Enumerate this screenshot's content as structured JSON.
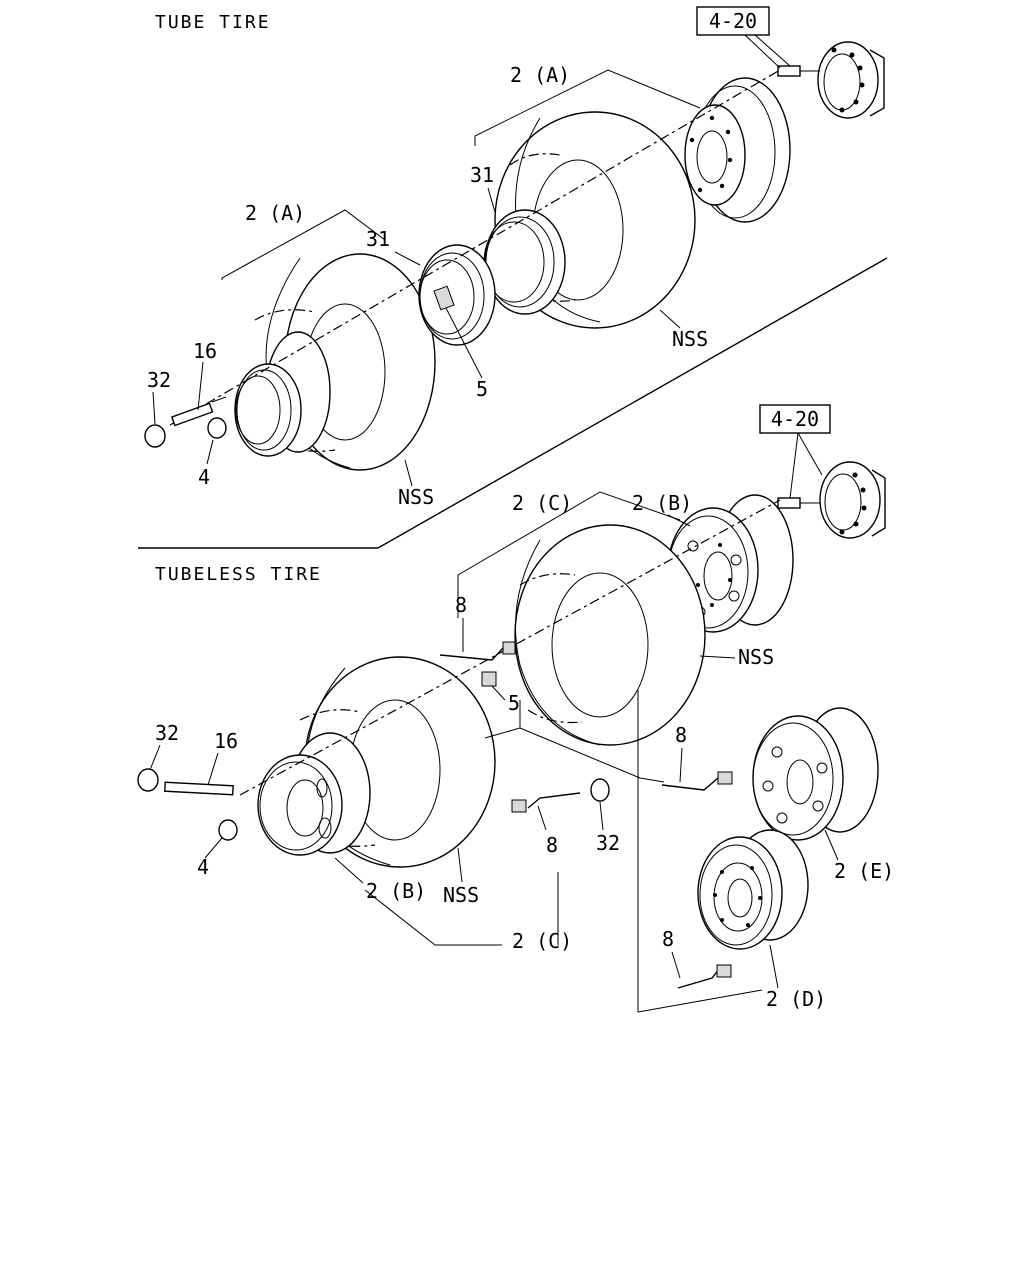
{
  "sections": {
    "tube": {
      "title": "TUBE TIRE"
    },
    "tubeless": {
      "title": "TUBELESS TIRE"
    }
  },
  "labels": {
    "ref_4_20_top": "4-20",
    "ref_4_20_mid": "4-20",
    "tube_2a_right": "2 (A)",
    "tube_2a_left": "2 (A)",
    "tube_31_right": "31",
    "tube_31_left": "31",
    "tube_nss_right": "NSS",
    "tube_nss_left": "NSS",
    "tube_16": "16",
    "tube_32": "32",
    "tube_4": "4",
    "tube_5": "5",
    "tl_2c_top": "2 (C)",
    "tl_2b_top": "2 (B)",
    "tl_8_upper": "8",
    "tl_nss_right": "NSS",
    "tl_5": "5",
    "tl_32_left": "32",
    "tl_16": "16",
    "tl_4": "4",
    "tl_8_right": "8",
    "tl_8_mid": "8",
    "tl_32_mid": "32",
    "tl_2b_bottom": "2 (B)",
    "tl_nss_bottom": "NSS",
    "tl_2c_bottom": "2 (C)",
    "tl_2e": "2 (E)",
    "tl_8_lower": "8",
    "tl_2d": "2 (D)"
  }
}
